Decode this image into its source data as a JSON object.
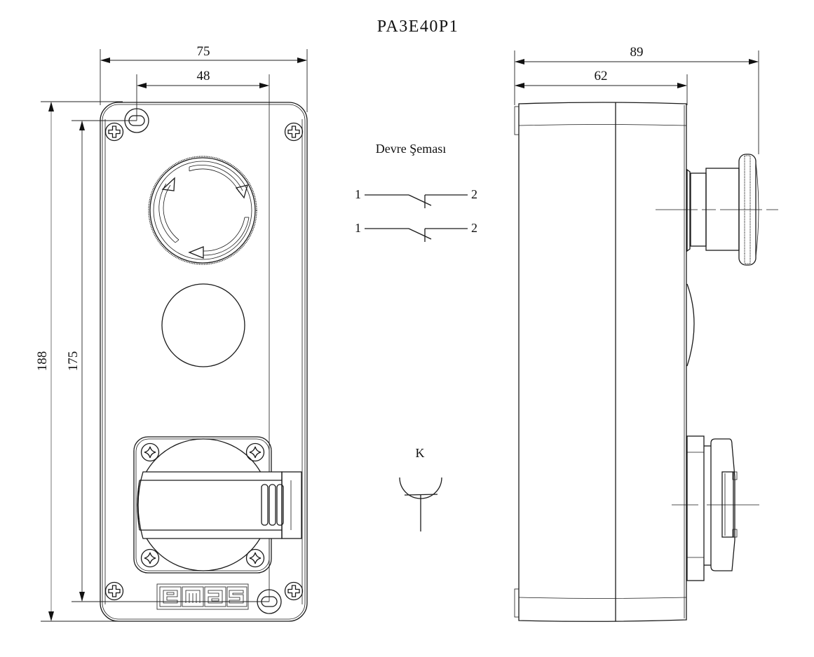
{
  "title": "PA3E40P1",
  "front_view": {
    "dimensions": {
      "overall_width": "75",
      "mount_hole_spacing_width": "48",
      "overall_height": "188",
      "mount_hole_spacing_height": "175"
    },
    "logo_text": "emas",
    "components": [
      "emergency-stop-button",
      "blank-hole",
      "key-selector-switch"
    ]
  },
  "side_view": {
    "dimensions": {
      "overall_depth": "89",
      "enclosure_depth": "62"
    }
  },
  "circuit_diagram": {
    "title": "Devre Şeması",
    "contacts": [
      {
        "left_terminal": "1",
        "right_terminal": "2"
      },
      {
        "left_terminal": "1",
        "right_terminal": "2"
      }
    ]
  },
  "symbol": {
    "label": "K"
  },
  "colors": {
    "line": "#1a1a1a",
    "background": "#ffffff"
  }
}
